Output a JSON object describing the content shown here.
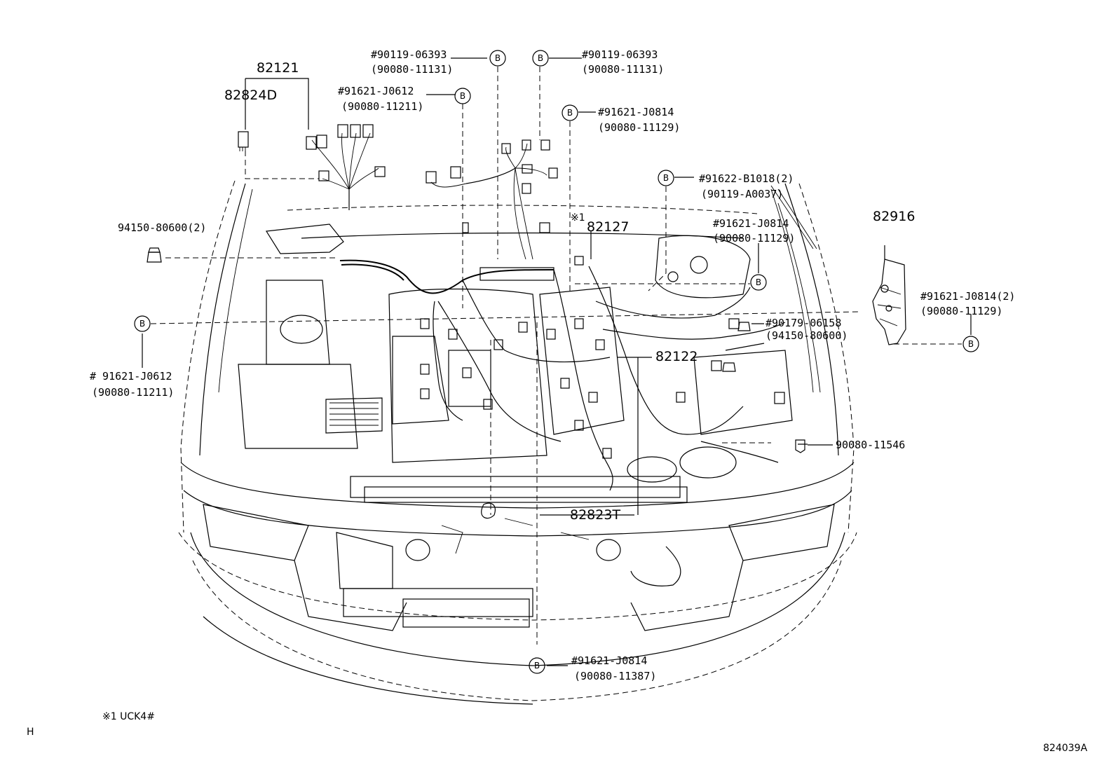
{
  "labels": {
    "p82121": "82121",
    "p82824D": "82824D",
    "p82127": "82127",
    "p82916": "82916",
    "p82122": "82122",
    "p82823T": "82823T",
    "p94150_80600_2": "94150-80600(2)",
    "p90080_11546": "90080-11546",
    "ref_top_left_a": "#90119-06393",
    "ref_top_left_b": "(90080-11131)",
    "ref_top_right_a": "#90119-06393",
    "ref_top_right_b": "(90080-11131)",
    "ref_j0612_top_a": "#91621-J0612",
    "ref_j0612_top_b": "(90080-11211)",
    "ref_j0814_top_a": "#91621-J0814",
    "ref_j0814_top_b": "(90080-11129)",
    "ref_b1018_a": "#91622-B1018(2)",
    "ref_b1018_b": "(90119-A0037)",
    "note_star": "※1",
    "ref_j0814_mid_a": "#91621-J0814",
    "ref_j0814_mid_b": "(90080-11129)",
    "ref_j0814_2_a": "#91621-J0814(2)",
    "ref_j0814_2_b": "(90080-11129)",
    "ref_06158_a": "#90179-06158",
    "ref_06158_b": "(94150-80600)",
    "ref_j0612_left_a": "# 91621-J0612",
    "ref_j0612_left_b": "(90080-11211)",
    "ref_bottom_a": "#91621-J0814",
    "ref_bottom_b": "(90080-11387)",
    "footnote": "※1 UCK4#",
    "corner_h": "H",
    "diagram_id": "824039A"
  },
  "symbols": {
    "bolt_marker": "B"
  }
}
